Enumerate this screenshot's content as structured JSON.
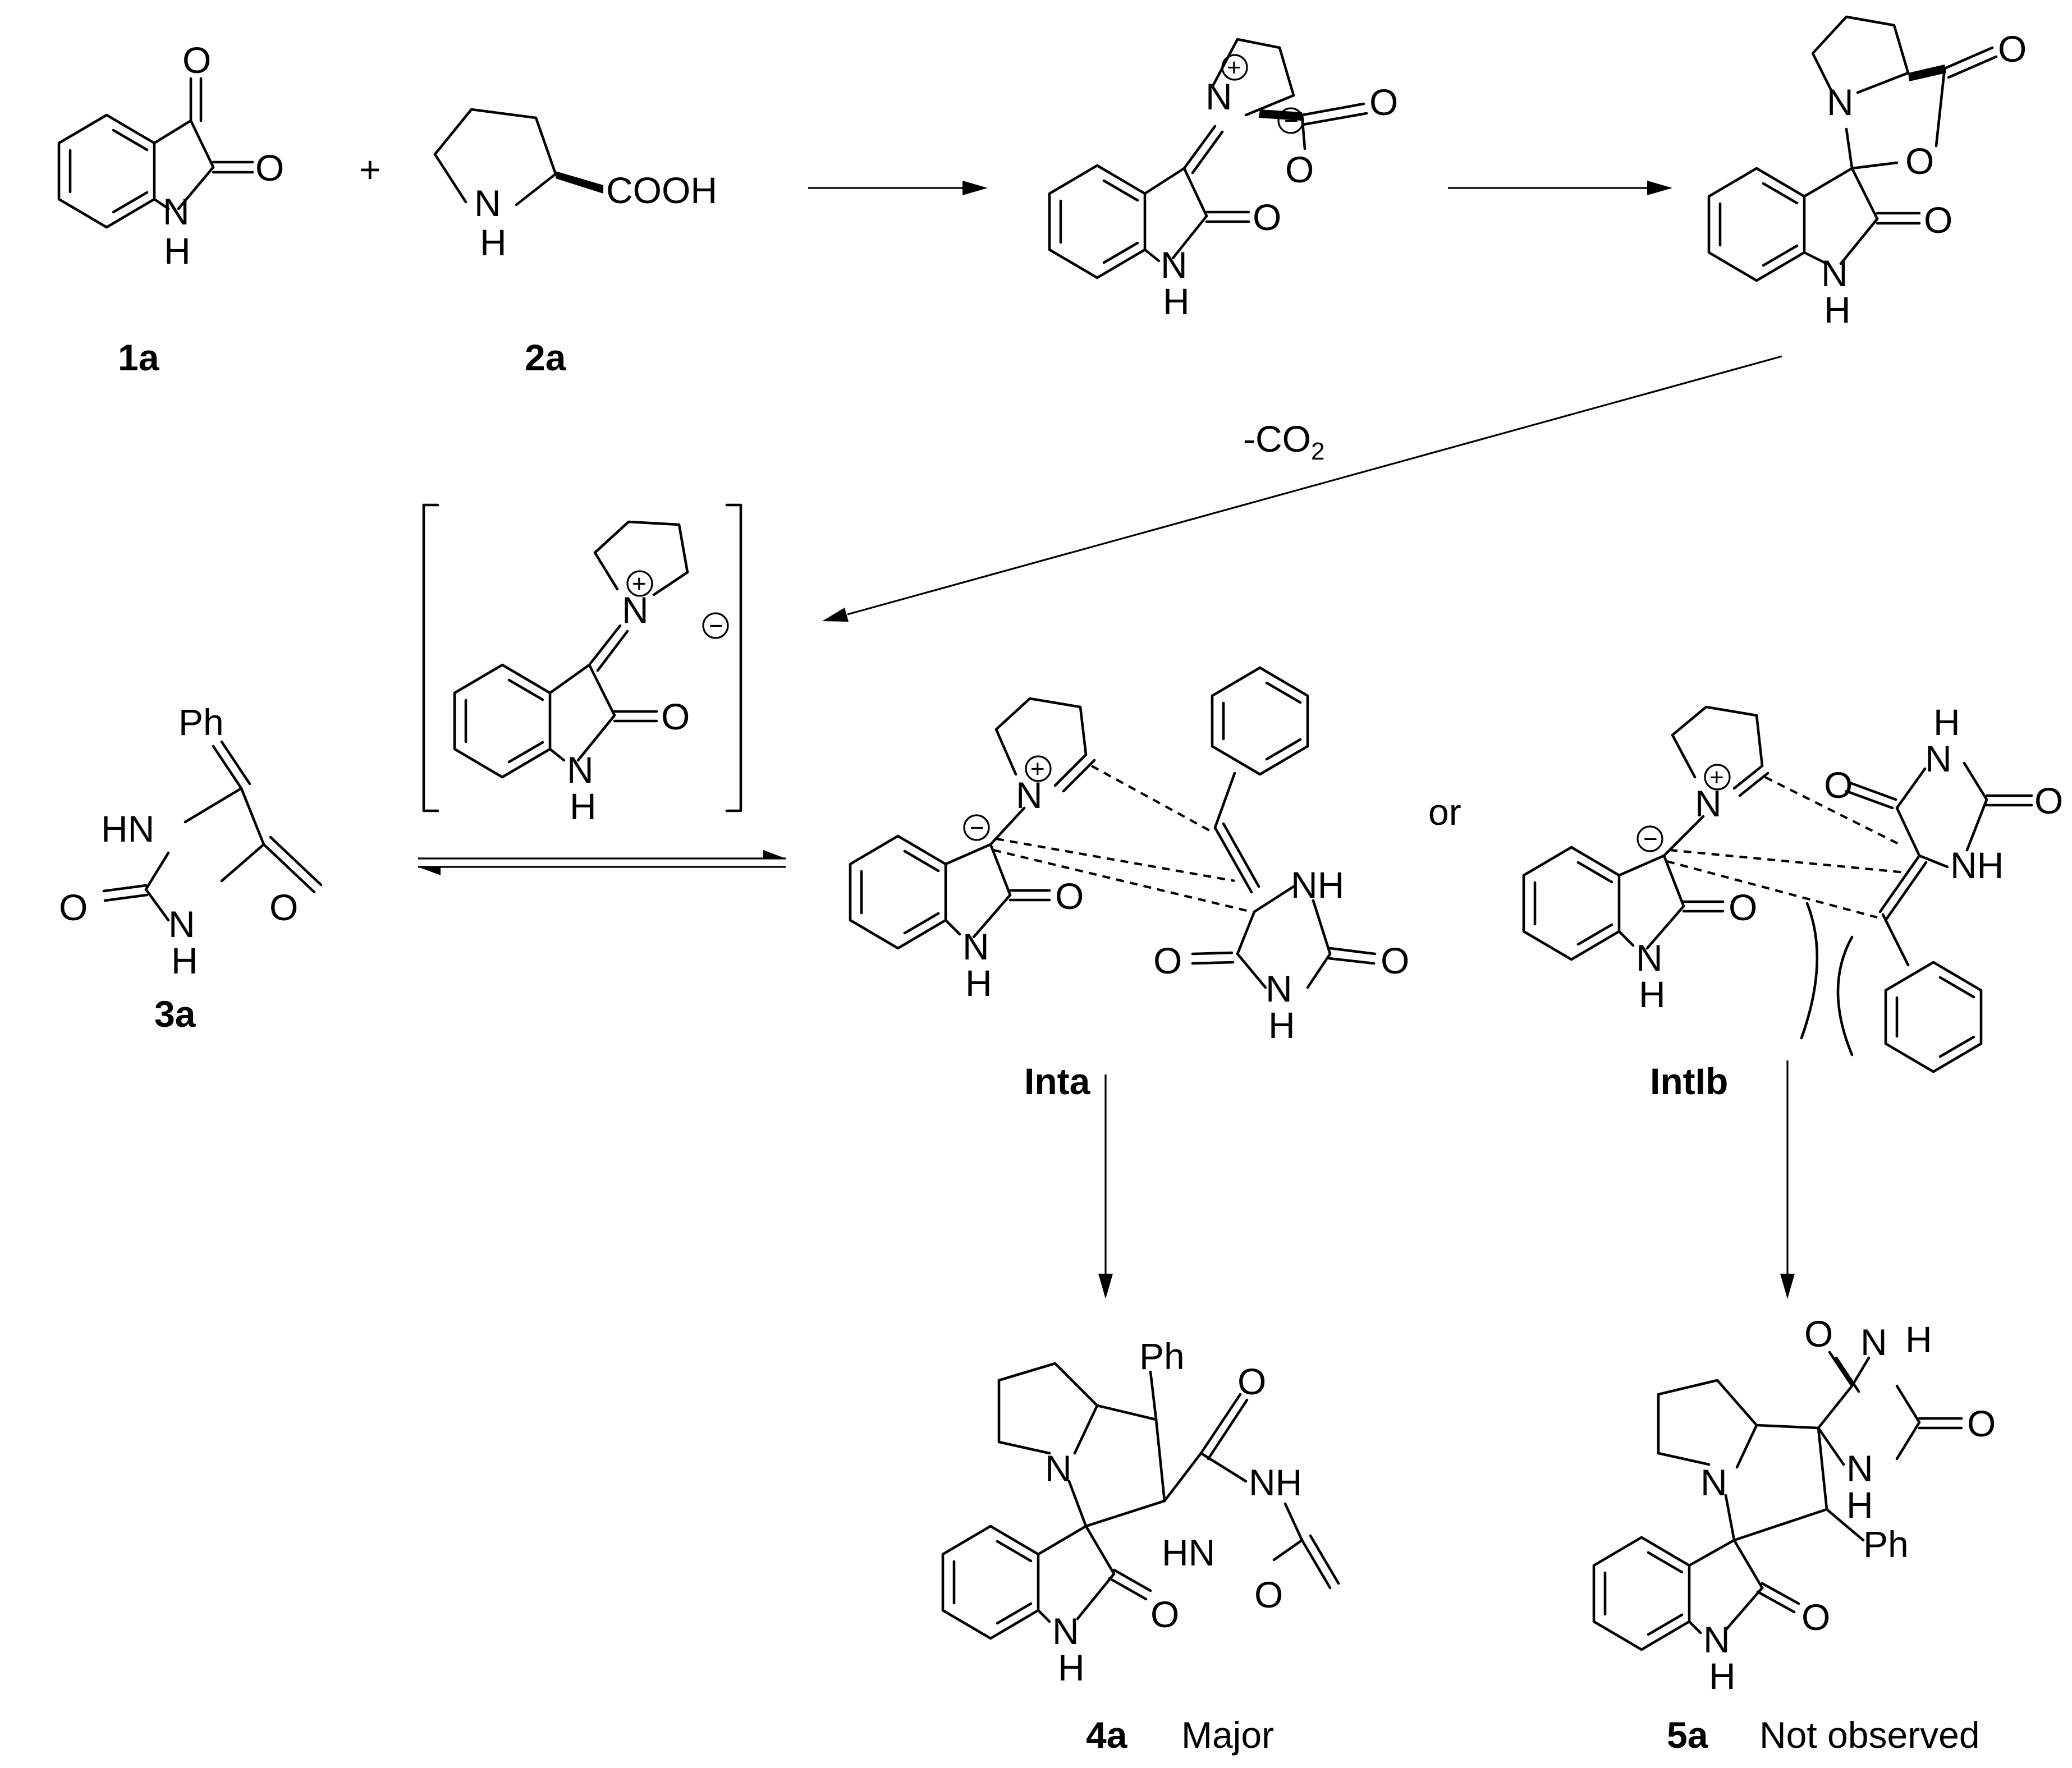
{
  "compounds": {
    "c1a": "1a",
    "c2a": "2a",
    "c3a": "3a",
    "inta": "Inta",
    "intib": "IntIb",
    "c4a": "4a",
    "c5a": "5a"
  },
  "notes": {
    "co2_loss": "-CO2",
    "or": "or",
    "major": "Major",
    "not_observed": "Not observed",
    "plus": "+"
  },
  "atoms": {
    "o": "O",
    "n": "N",
    "h": "H",
    "nh": "NH",
    "hn": "HN",
    "cooh": "COOH",
    "ph": "Ph"
  },
  "charges": {
    "plus": "+",
    "minus": "−"
  }
}
